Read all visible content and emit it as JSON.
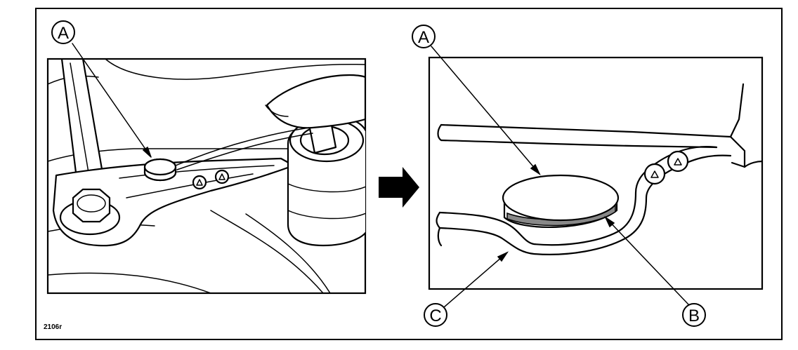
{
  "figure": {
    "reference_code": "2106r",
    "left_panel": {
      "callout_a": "A"
    },
    "right_panel": {
      "callout_a": "A",
      "callout_b": "B",
      "callout_c": "C"
    },
    "arrow_color": "#000000",
    "line_color": "#000000",
    "background_color": "#ffffff"
  }
}
